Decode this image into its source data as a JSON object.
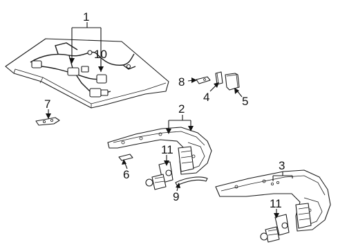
{
  "diagram": {
    "callouts": [
      {
        "id": "c1",
        "text": "1"
      },
      {
        "id": "c2",
        "text": "2"
      },
      {
        "id": "c3",
        "text": "3"
      },
      {
        "id": "c4",
        "text": "4"
      },
      {
        "id": "c5",
        "text": "5"
      },
      {
        "id": "c6",
        "text": "6"
      },
      {
        "id": "c7",
        "text": "7"
      },
      {
        "id": "c8",
        "text": "8"
      },
      {
        "id": "c9",
        "text": "9"
      },
      {
        "id": "c10",
        "text": "10"
      },
      {
        "id": "c11a",
        "text": "11"
      },
      {
        "id": "c11b",
        "text": "11"
      }
    ]
  }
}
